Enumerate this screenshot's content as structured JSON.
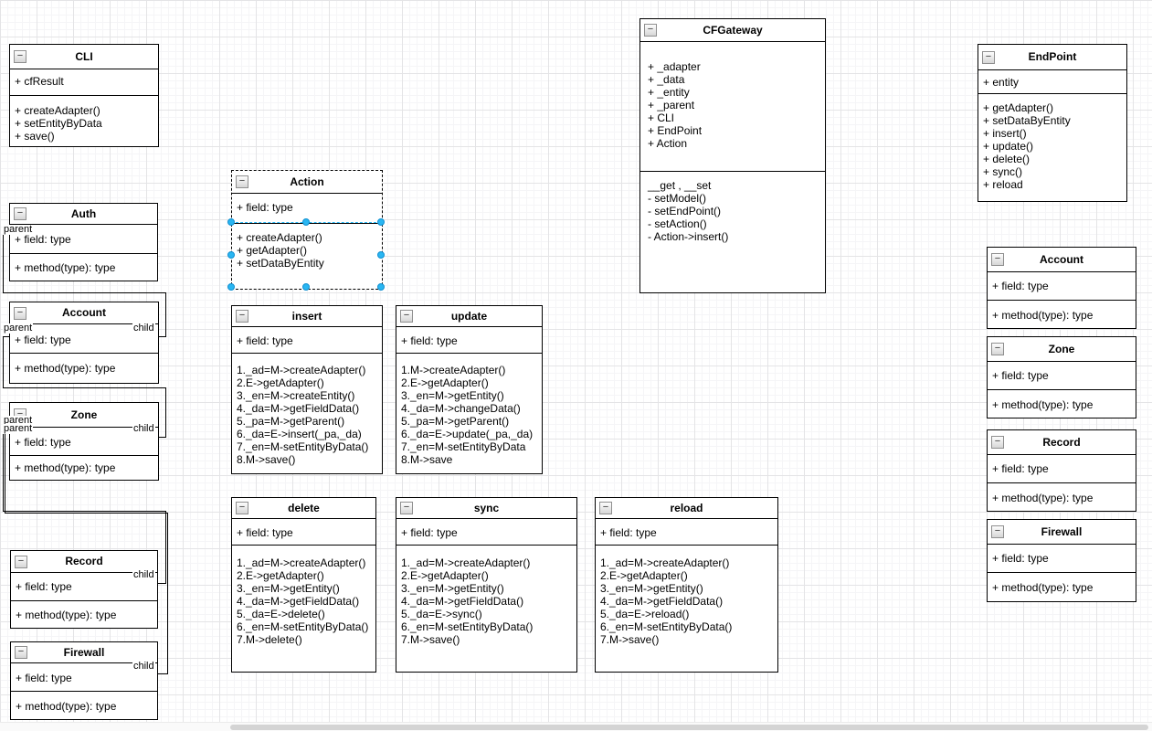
{
  "labels": {
    "parent": "parent",
    "child": "child"
  },
  "icons": {
    "collapse": "−"
  },
  "colors": {
    "selection_handle": "#29b6f2",
    "box_border": "#000000",
    "grid_major": "#e4e4e6",
    "grid_minor": "#f5f5f7"
  },
  "classes": {
    "cli": {
      "title": "CLI",
      "fields": [
        "+ cfResult"
      ],
      "methods": [
        "+ createAdapter()",
        "+ setEntityByData",
        "+ save()"
      ]
    },
    "auth": {
      "title": "Auth",
      "fields": [
        "+ field: type"
      ],
      "methods": [
        "+ method(type): type"
      ]
    },
    "account_l": {
      "title": "Account",
      "fields": [
        "+ field: type"
      ],
      "methods": [
        "+ method(type): type"
      ]
    },
    "zone_l": {
      "title": "Zone",
      "fields": [
        "+ field: type"
      ],
      "methods": [
        "+ method(type): type"
      ]
    },
    "record_l": {
      "title": "Record",
      "fields": [
        "+ field: type"
      ],
      "methods": [
        "+ method(type): type"
      ]
    },
    "firewall_l": {
      "title": "Firewall",
      "fields": [
        "+ field: type"
      ],
      "methods": [
        "+ method(type): type"
      ]
    },
    "action": {
      "title": "Action",
      "fields": [
        "+ field: type"
      ],
      "methods": [
        "+ createAdapter()",
        "+ getAdapter()",
        "+ setDataByEntity"
      ]
    },
    "insert": {
      "title": "insert",
      "fields": [
        "+ field: type"
      ],
      "methods": [
        "1._ad=M->createAdapter()",
        "2.E->getAdapter()",
        "3._en=M->createEntity()",
        "4._da=M->getFieldData()",
        "5._pa=M->getParent()",
        "6._da=E->insert(_pa,_da)",
        "7._en=M-setEntityByData()",
        "8.M->save()"
      ]
    },
    "update": {
      "title": "update",
      "fields": [
        "+ field: type"
      ],
      "methods": [
        "1.M->createAdapter()",
        "2.E->getAdapter()",
        "3._en=M->getEntity()",
        "4._da=M->changeData()",
        "5._pa=M->getParent()",
        "6._da=E->update(_pa,_da)",
        "7._en=M-setEntityByData",
        "8.M->save"
      ]
    },
    "delete": {
      "title": "delete",
      "fields": [
        "+ field: type"
      ],
      "methods": [
        "1._ad=M->createAdapter()",
        "2.E->getAdapter()",
        "3._en=M->getEntity()",
        "4._da=M->getFieldData()",
        "5._da=E->delete()",
        "6._en=M-setEntityByData()",
        "7.M->delete()"
      ]
    },
    "sync": {
      "title": "sync",
      "fields": [
        "+ field: type"
      ],
      "methods": [
        "1._ad=M->createAdapter()",
        "2.E->getAdapter()",
        "3._en=M->getEntity()",
        "4._da=M->getFieldData()",
        "5._da=E->sync()",
        "6._en=M-setEntityByData()",
        "7.M->save()"
      ]
    },
    "reload": {
      "title": "reload",
      "fields": [
        "+ field: type"
      ],
      "methods": [
        "1._ad=M->createAdapter()",
        "2.E->getAdapter()",
        "3._en=M->getEntity()",
        "4._da=M->getFieldData()",
        "5._da=E->reload()",
        "6._en=M-setEntityByData()",
        "7.M->save()"
      ]
    },
    "cfgateway": {
      "title": "CFGateway",
      "fields": [
        "+ _adapter",
        "+ _data",
        "+ _entity",
        "+ _parent",
        "+ CLI",
        "+ EndPoint",
        "+ Action"
      ],
      "methods": [
        "__get , __set",
        "- setModel()",
        "- setEndPoint()",
        "- setAction()",
        "- Action->insert()"
      ]
    },
    "endpoint": {
      "title": "EndPoint",
      "fields": [
        "+ entity"
      ],
      "methods": [
        "+ getAdapter()",
        "+ setDataByEntity",
        "+ insert()",
        "+ update()",
        "+ delete()",
        "+ sync()",
        "+ reload"
      ]
    },
    "account_r": {
      "title": "Account",
      "fields": [
        "+ field: type"
      ],
      "methods": [
        "+ method(type): type"
      ]
    },
    "zone_r": {
      "title": "Zone",
      "fields": [
        "+ field: type"
      ],
      "methods": [
        "+ method(type): type"
      ]
    },
    "record_r": {
      "title": "Record",
      "fields": [
        "+ field: type"
      ],
      "methods": [
        "+ method(type): type"
      ]
    },
    "firewall_r": {
      "title": "Firewall",
      "fields": [
        "+ field: type"
      ],
      "methods": [
        "+ method(type): type"
      ]
    }
  }
}
